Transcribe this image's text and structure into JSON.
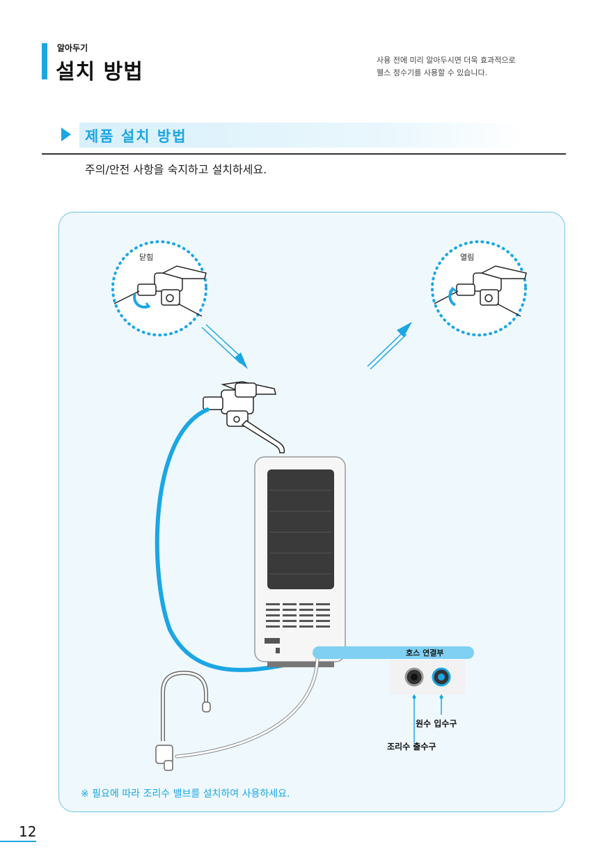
{
  "header": {
    "kicker": "알아두기",
    "title": "설치 방법",
    "description_lines": [
      "사용 전에 미리 알아두시면 더욱 효과적으로",
      "웰스 정수기를 사용할 수 있습니다."
    ]
  },
  "section": {
    "title": "제품 설치 방법",
    "note": "주의/안전 사항을 숙지하고 설치하세요."
  },
  "illustration": {
    "callout_closed": "닫힘",
    "callout_open": "열림",
    "hose_connection": "호스 연결부",
    "inlet_label": "원수 입수구",
    "outlet_label": "조리수 출수구",
    "footnote": "※ 필요에 따라 조리수 밸브를 설치하여 사용하세요."
  },
  "page": {
    "number": "12"
  },
  "colors": {
    "accent": "#1ba6e4",
    "panel_bg": "#eff8fd",
    "hose_blue": "#1ba6e4"
  }
}
